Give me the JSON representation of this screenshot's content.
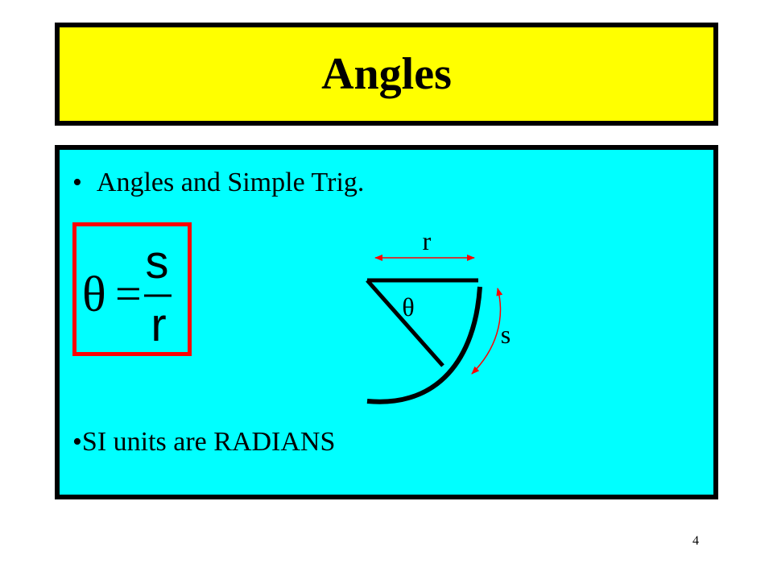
{
  "slide": {
    "title": "Angles",
    "bullet_1": "Angles and Simple Trig.",
    "bullet_2": "SI units are RADIANS",
    "bullet_symbol": "•",
    "page_number": "4"
  },
  "formula": {
    "lhs": "θ",
    "equals": "=",
    "numerator": "s",
    "denominator": "r"
  },
  "diagram": {
    "radius_label": "r",
    "angle_label": "θ",
    "arc_label": "s"
  },
  "colors": {
    "title_background": "#ffff00",
    "content_background": "#00ffff",
    "formula_border": "#ff0000",
    "arrow_color": "#ff0000",
    "outline": "#000000"
  }
}
